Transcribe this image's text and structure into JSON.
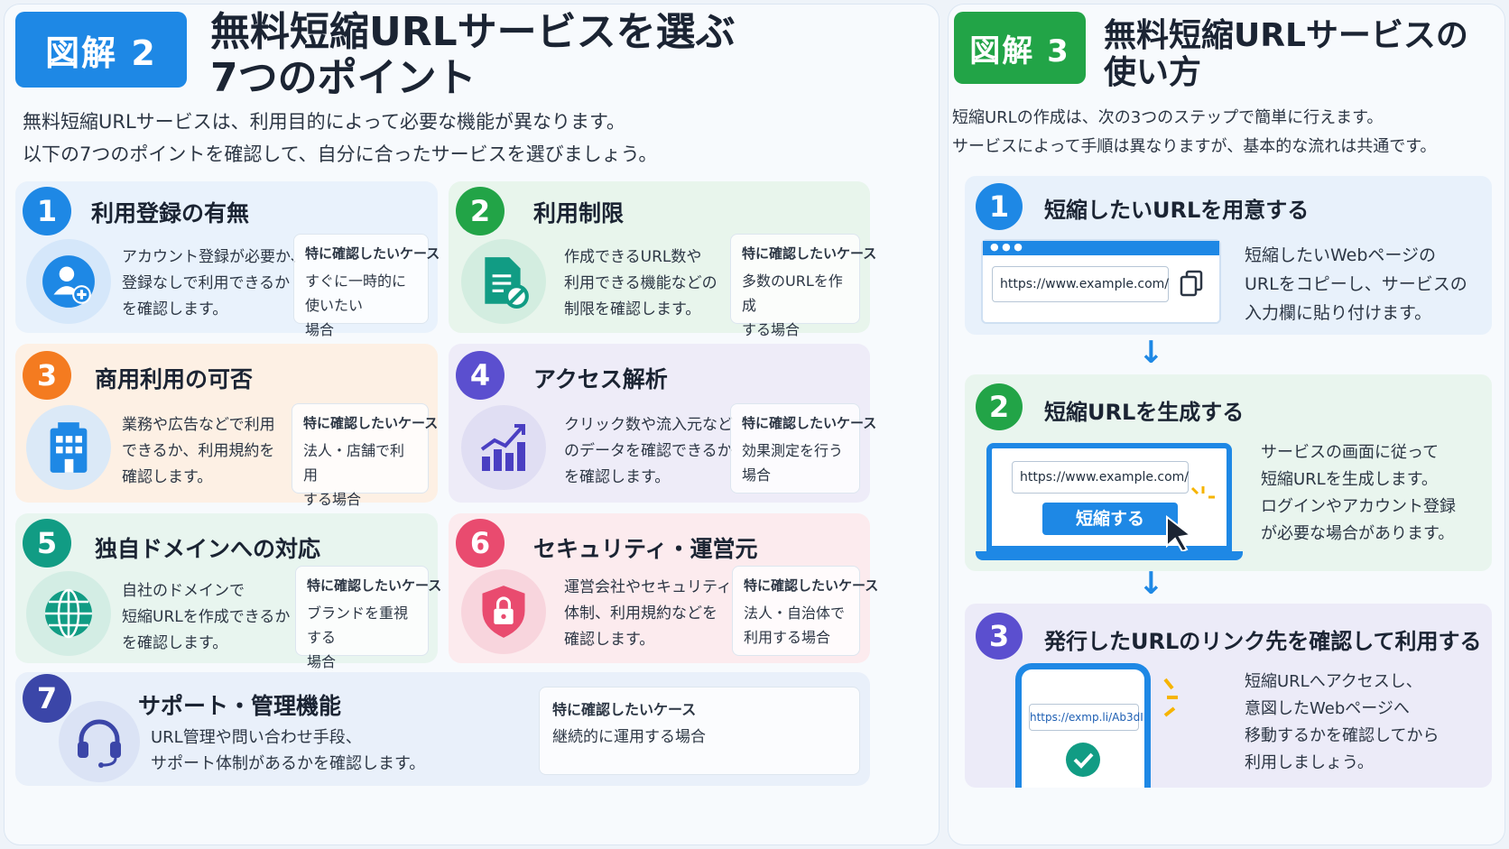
{
  "left": {
    "badge": "図解 2",
    "title_line1": "無料短縮URLサービスを選ぶ",
    "title_line2": "7つのポイント",
    "intro_line1": "無料短縮URLサービスは、利用目的によって必要な機能が異なります。",
    "intro_line2": "以下の7つのポイントを確認して、自分に合ったサービスを選びましょう。",
    "case_label": "特に確認したいケース",
    "cards": [
      {
        "num": "1",
        "title": "利用登録の有無",
        "desc": [
          "アカウント登録が必要か、",
          "登録なしで利用できるか",
          "を確認します。"
        ],
        "case": [
          "すぐに一時的に使いたい",
          "場合"
        ],
        "icon": "user-add-icon",
        "color": "#1e88e5"
      },
      {
        "num": "2",
        "title": "利用制限",
        "desc": [
          "作成できるURL数や",
          "利用できる機能などの",
          "制限を確認します。"
        ],
        "case": [
          "多数のURLを作成",
          "する場合"
        ],
        "icon": "document-blocked-icon",
        "color": "#22a447"
      },
      {
        "num": "3",
        "title": "商用利用の可否",
        "desc": [
          "業務や広告などで利用",
          "できるか、利用規約を",
          "確認します。"
        ],
        "case": [
          "法人・店舗で利用",
          "する場合"
        ],
        "icon": "building-icon",
        "color": "#f47b20"
      },
      {
        "num": "4",
        "title": "アクセス解析",
        "desc": [
          "クリック数や流入元など",
          "のデータを確認できるか",
          "を確認します。"
        ],
        "case": [
          "効果測定を行う",
          "場合"
        ],
        "icon": "analytics-chart-icon",
        "color": "#5b4fcf"
      },
      {
        "num": "5",
        "title": "独自ドメインへの対応",
        "desc": [
          "自社のドメインで",
          "短縮URLを作成できるか",
          "を確認します。"
        ],
        "case": [
          "ブランドを重視する",
          "場合"
        ],
        "icon": "globe-icon",
        "color": "#119c84"
      },
      {
        "num": "6",
        "title": "セキュリティ・運営元",
        "desc": [
          "運営会社やセキュリティ",
          "体制、利用規約などを",
          "確認します。"
        ],
        "case": [
          "法人・自治体で",
          "利用する場合"
        ],
        "icon": "shield-lock-icon",
        "color": "#e94b6f"
      },
      {
        "num": "7",
        "title": "サポート・管理機能",
        "desc": [
          "URL管理や問い合わせ手段、",
          "サポート体制があるかを確認します。"
        ],
        "case": [
          "継続的に運用する場合"
        ],
        "icon": "headset-icon",
        "color": "#3b46a8"
      }
    ]
  },
  "right": {
    "badge": "図解 3",
    "title_line1": "無料短縮URLサービスの",
    "title_line2": "使い方",
    "intro_line1": "短縮URLの作成は、次の3つのステップで簡単に行えます。",
    "intro_line2": "サービスによって手順は異なりますが、基本的な流れは共通です。",
    "steps": [
      {
        "num": "1",
        "title": "短縮したいURLを用意する",
        "desc": [
          "短縮したいWebページの",
          "URLをコピーし、サービスの",
          "入力欄に貼り付けます。"
        ],
        "url": "https://www.example.com/",
        "color": "#1e88e5"
      },
      {
        "num": "2",
        "title": "短縮URLを生成する",
        "desc": [
          "サービスの画面に従って",
          "短縮URLを生成します。",
          "ログインやアカウント登録",
          "が必要な場合があります。"
        ],
        "url": "https://www.example.com/",
        "button": "短縮する",
        "color": "#22a447"
      },
      {
        "num": "3",
        "title": "発行したURLのリンク先を確認して利用する",
        "desc": [
          "短縮URLへアクセスし、",
          "意図したWebページへ",
          "移動するかを確認してから",
          "利用しましょう。"
        ],
        "url": "https://exmp.li/Ab3dI",
        "color": "#5b4fcf"
      }
    ]
  }
}
